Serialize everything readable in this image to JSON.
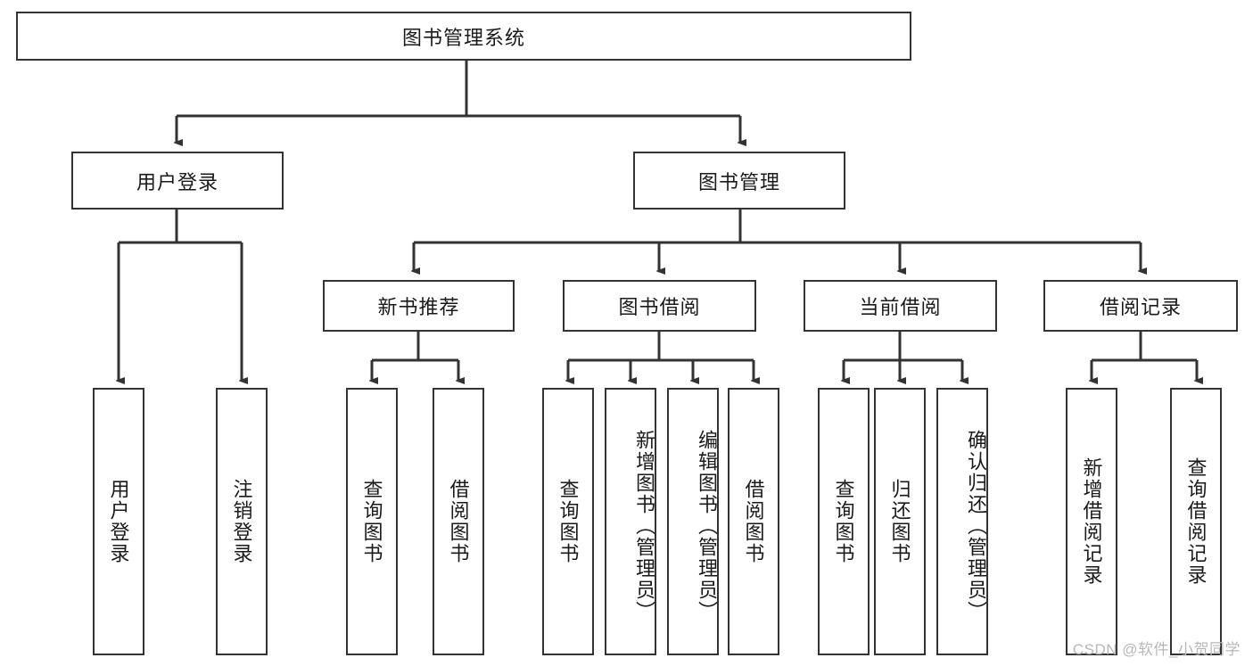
{
  "diagram": {
    "type": "tree-hierarchy",
    "title": "图书管理系统",
    "background_color": "#ffffff",
    "box_border_color": "#333333",
    "connector_color": "#333333",
    "text_color": "#1a1a1a"
  },
  "nodes": {
    "root": {
      "label": "图书管理系统",
      "level": 1,
      "orientation": "horizontal"
    },
    "level2": [
      {
        "id": "user-login",
        "label": "用户登录",
        "orientation": "horizontal"
      },
      {
        "id": "book-management",
        "label": "图书管理",
        "orientation": "horizontal"
      }
    ],
    "level3": [
      {
        "id": "new-book-recommend",
        "label": "新书推荐",
        "orientation": "horizontal"
      },
      {
        "id": "book-borrow",
        "label": "图书借阅",
        "orientation": "horizontal"
      },
      {
        "id": "current-borrow",
        "label": "当前借阅",
        "orientation": "horizontal"
      },
      {
        "id": "borrow-record",
        "label": "借阅记录",
        "orientation": "horizontal"
      }
    ],
    "leaves": [
      {
        "id": "leaf-user-login",
        "label": "用户登录",
        "parent": "user-login",
        "orientation": "vertical"
      },
      {
        "id": "leaf-logout",
        "label": "注销登录",
        "parent": "user-login",
        "orientation": "vertical"
      },
      {
        "id": "leaf-query-book-1",
        "label": "查询图书",
        "parent": "new-book-recommend",
        "orientation": "vertical"
      },
      {
        "id": "leaf-borrow-book-1",
        "label": "借阅图书",
        "parent": "new-book-recommend",
        "orientation": "vertical"
      },
      {
        "id": "leaf-query-book-2",
        "label": "查询图书",
        "parent": "book-borrow",
        "orientation": "vertical"
      },
      {
        "id": "leaf-add-book",
        "label": "新增图书（管理员）",
        "parent": "book-borrow",
        "orientation": "vertical"
      },
      {
        "id": "leaf-edit-book",
        "label": "编辑图书（管理员）",
        "parent": "book-borrow",
        "orientation": "vertical"
      },
      {
        "id": "leaf-borrow-book-2",
        "label": "借阅图书",
        "parent": "book-borrow",
        "orientation": "vertical"
      },
      {
        "id": "leaf-query-book-3",
        "label": "查询图书",
        "parent": "current-borrow",
        "orientation": "vertical"
      },
      {
        "id": "leaf-return-book",
        "label": "归还图书",
        "parent": "current-borrow",
        "orientation": "vertical"
      },
      {
        "id": "leaf-confirm-return",
        "label": "确认归还（管理员）",
        "parent": "current-borrow",
        "orientation": "vertical"
      },
      {
        "id": "leaf-add-record",
        "label": "新增借阅记录",
        "parent": "borrow-record",
        "orientation": "vertical"
      },
      {
        "id": "leaf-query-record",
        "label": "查询借阅记录",
        "parent": "borrow-record",
        "orientation": "vertical"
      }
    ]
  },
  "watermark": {
    "text": "CSDN @软件_小贺同学"
  }
}
